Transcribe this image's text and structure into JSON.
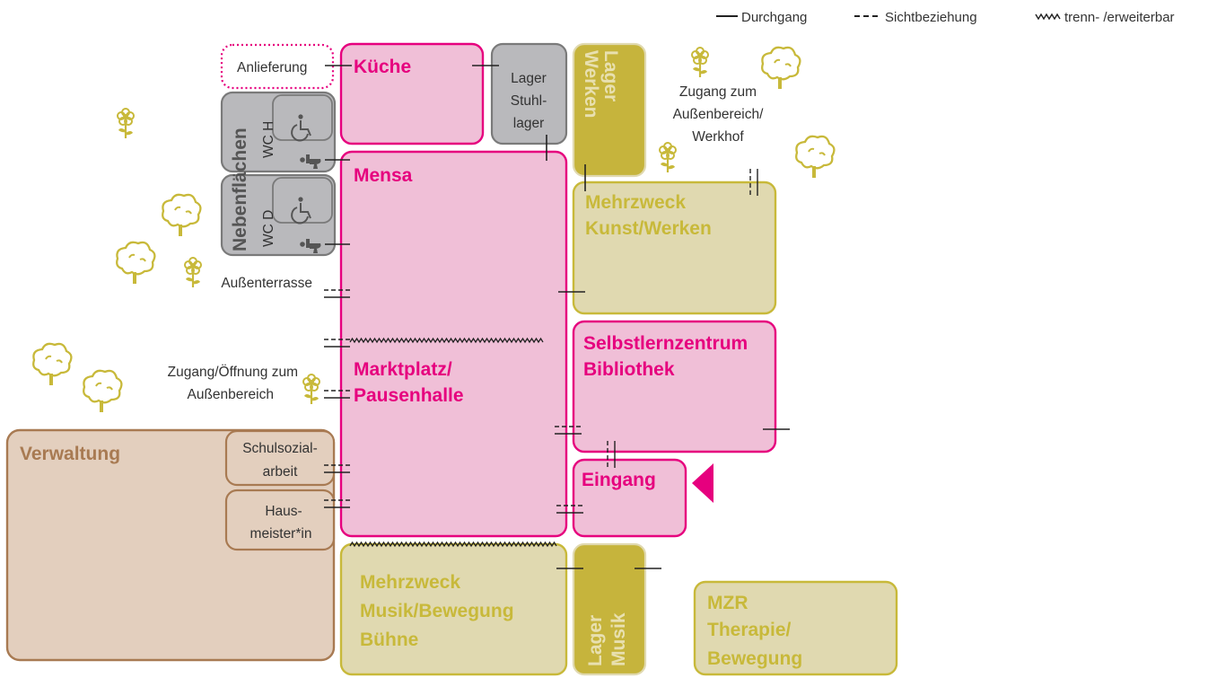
{
  "legend": {
    "durchgang": "Durchgang",
    "sicht": "Sichtbeziehung",
    "trenn": "trenn- /erweiterbar"
  },
  "colors": {
    "magenta": "#e6007e",
    "pink_fill": "#f0bfd7",
    "olive": "#c8b93a",
    "olive_fill": "#e0d9b0",
    "olive_dark": "#c6b43c",
    "brown": "#a87a52",
    "brown_fill": "#e3cfbe",
    "gray": "#7a7a7a",
    "gray_fill": "#b9b9bc",
    "gray_text": "#555555"
  },
  "rooms": {
    "kueche": "Küche",
    "lager_stuhl": [
      "Lager",
      "Stuhl-",
      "lager"
    ],
    "lager_werken": [
      "Lager",
      "Werken"
    ],
    "nebenflaechen": "Nebenflächen",
    "wc_h": "WC H",
    "wc_d": "WC D",
    "mensa": "Mensa",
    "marktplatz": [
      "Marktplatz/",
      "Pausenhalle"
    ],
    "mehrzweck_kunst": [
      "Mehrzweck",
      "Kunst/Werken"
    ],
    "selbstlern": [
      "Selbstlernzentrum",
      "Bibliothek"
    ],
    "eingang": "Eingang",
    "verwaltung": "Verwaltung",
    "schulsozial": [
      "Schulsozial-",
      "arbeit"
    ],
    "hausmeister": [
      "Haus-",
      "meister*in"
    ],
    "mehrzweck_musik": [
      "Mehrzweck",
      "Musik/Bewegung",
      "Bühne"
    ],
    "lager_musik": [
      "Lager",
      "Musik"
    ],
    "mzr": [
      "MZR",
      "Therapie/",
      "Bewegung"
    ]
  },
  "labels": {
    "anlieferung": "Anlieferung",
    "zugang_werkhof": [
      "Zugang zum",
      "Außenbereich/",
      "Werkhof"
    ],
    "aussenterrasse": "Außenterrasse",
    "zugang_oeffnung": [
      "Zugang/Öffnung zum",
      "Außenbereich"
    ]
  },
  "icons": [
    "flower-icon",
    "tree-icon",
    "wheelchair-icon",
    "toilet-icon"
  ]
}
